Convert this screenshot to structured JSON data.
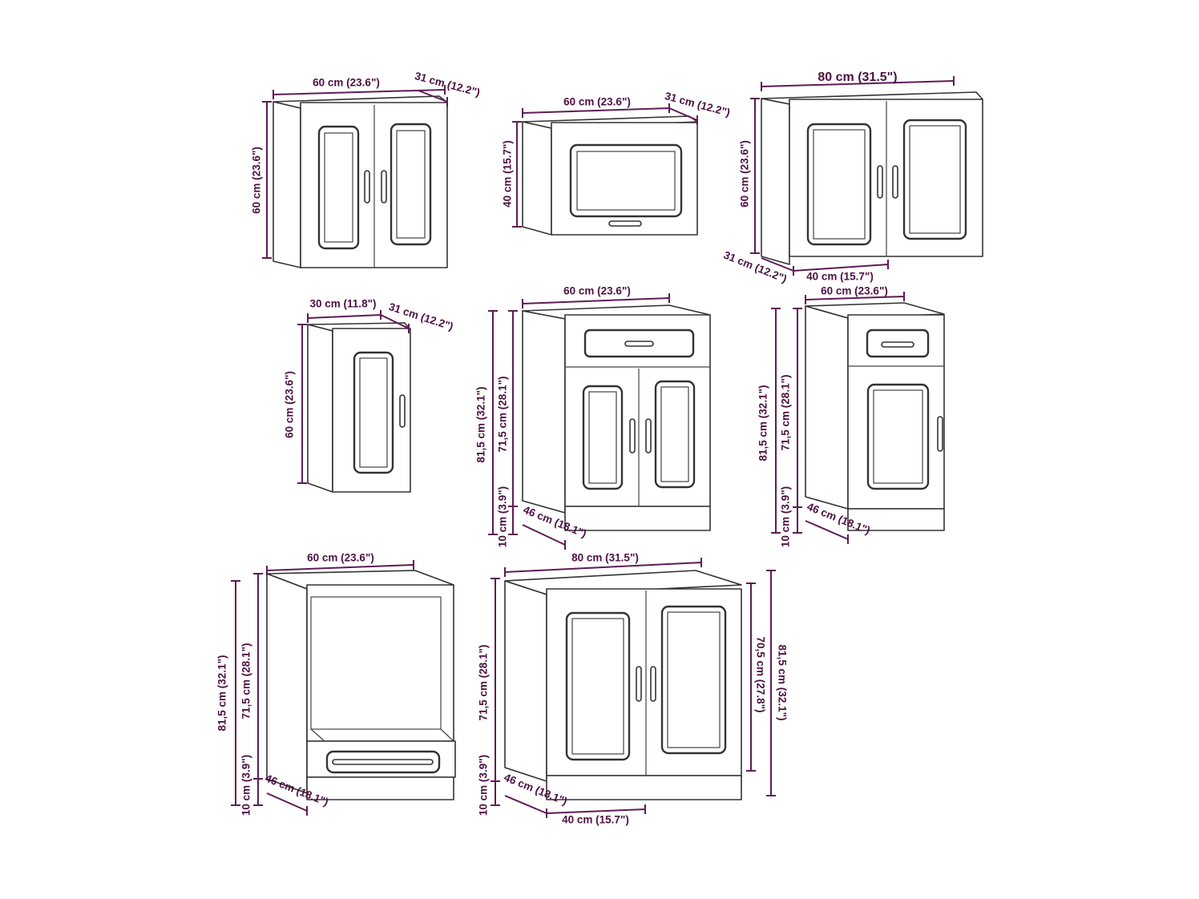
{
  "colors": {
    "dimension": "#5e1c55",
    "label": "#4d1142",
    "outline": "#333333"
  },
  "cabinets": [
    {
      "name": "wall-cabinet-60-two-doors",
      "labels": {
        "width": "60 cm (23.6\")",
        "depth": "31 cm (12.2\")",
        "height": "60 cm (23.6\")"
      }
    },
    {
      "name": "wall-cabinet-60-flap",
      "labels": {
        "width": "60 cm (23.6\")",
        "depth": "31 cm (12.2\")",
        "height": "40 cm (15.7\")"
      }
    },
    {
      "name": "wall-cabinet-80-two-doors",
      "labels": {
        "width": "80 cm (31.5\")",
        "height": "60 cm (23.6\")",
        "depth": "31 cm (12.2\")",
        "door_width": "40 cm (15.7\")"
      }
    },
    {
      "name": "wall-cabinet-30",
      "labels": {
        "width": "30 cm (11.8\")",
        "depth": "31 cm (12.2\")",
        "height": "60 cm (23.6\")"
      }
    },
    {
      "name": "base-cabinet-60-drawer",
      "labels": {
        "width": "60 cm (23.6\")",
        "total_height": "81,5 cm (32.1\")",
        "body_height": "71,5 cm (28.1\")",
        "plinth": "10 cm (3.9\")",
        "depth": "46 cm (18.1\")"
      }
    },
    {
      "name": "base-cabinet-40-drawer",
      "labels": {
        "width": "60 cm (23.6\")",
        "total_height": "81,5 cm (32.1\")",
        "body_height": "71,5 cm (28.1\")",
        "plinth": "10 cm (3.9\")",
        "depth": "46 cm (18.1\")"
      }
    },
    {
      "name": "oven-cabinet-60",
      "labels": {
        "width": "60 cm (23.6\")",
        "total_height": "81,5 cm (32.1\")",
        "body_height": "71,5 cm (28.1\")",
        "plinth": "10 cm (3.9\")",
        "depth": "46 cm (18.1\")"
      }
    },
    {
      "name": "sink-cabinet-80",
      "labels": {
        "width": "80 cm (31.5\")",
        "body_height": "71,5 cm (28.1\")",
        "plinth": "10 cm (3.9\")",
        "depth": "46 cm (18.1\")",
        "door_width": "40 cm (15.7\")",
        "inner_height": "70,5 cm (27.8\")",
        "total_height": "81,5 cm (32.1\")"
      }
    }
  ]
}
